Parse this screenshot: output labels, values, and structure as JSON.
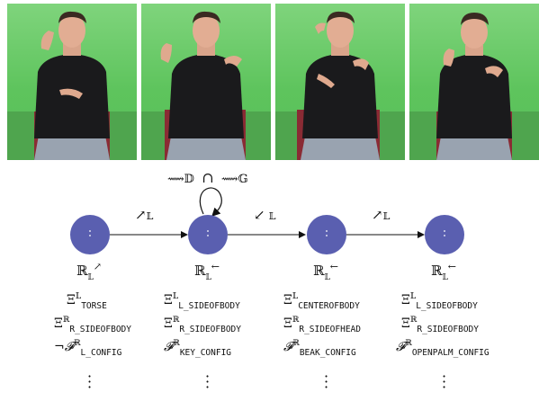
{
  "frames": [
    {
      "name": "frame-1"
    },
    {
      "name": "frame-2"
    },
    {
      "name": "frame-3"
    },
    {
      "name": "frame-4"
    }
  ],
  "top_label": {
    "left": "⟿𝔻",
    "cap": "∩",
    "right": "⟿𝔾"
  },
  "transitions": [
    {
      "arrow": "↗",
      "set": "𝕃"
    },
    {
      "arrow": "↙",
      "set": "𝕃"
    },
    {
      "arrow": "↗",
      "set": "𝕃"
    }
  ],
  "states": [
    {
      "R": "ℝ",
      "sub": "𝕃",
      "sup": "↗",
      "lines": [
        {
          "sym": "Ξ",
          "sup": "𝕃",
          "sub": "TORSE"
        },
        {
          "sym": "Ξ",
          "sup": "ℝ",
          "sub": "R_SIDEOFBODY"
        },
        {
          "sym": "¬𝓕",
          "sup": "ℝ",
          "sub": "L_CONFIG"
        }
      ]
    },
    {
      "R": "ℝ",
      "sub": "𝕃",
      "sup": "←",
      "lines": [
        {
          "sym": "Ξ",
          "sup": "𝕃",
          "sub": "L_SIDEOFBODY"
        },
        {
          "sym": "Ξ",
          "sup": "ℝ",
          "sub": "R_SIDEOFBODY"
        },
        {
          "sym": "𝓕",
          "sup": "ℝ",
          "sub": "KEY_CONFIG"
        }
      ]
    },
    {
      "R": "ℝ",
      "sub": "𝕃",
      "sup": "←",
      "lines": [
        {
          "sym": "Ξ",
          "sup": "𝕃",
          "sub": "CENTEROFBODY"
        },
        {
          "sym": "Ξ",
          "sup": "ℝ",
          "sub": "R_SIDEOFHEAD"
        },
        {
          "sym": "𝓕",
          "sup": "ℝ",
          "sub": "BEAK_CONFIG"
        }
      ]
    },
    {
      "R": "ℝ",
      "sub": "𝕃",
      "sup": "←",
      "lines": [
        {
          "sym": "Ξ",
          "sup": "𝕃",
          "sub": "L_SIDEOFBODY"
        },
        {
          "sym": "Ξ",
          "sup": "ℝ",
          "sub": "R_SIDEOFBODY"
        },
        {
          "sym": "𝓕",
          "sup": "ℝ",
          "sub": "OPENPALM_CONFIG"
        }
      ]
    }
  ],
  "node_color": "#5a5fb0",
  "background_green": "#5ec45d"
}
